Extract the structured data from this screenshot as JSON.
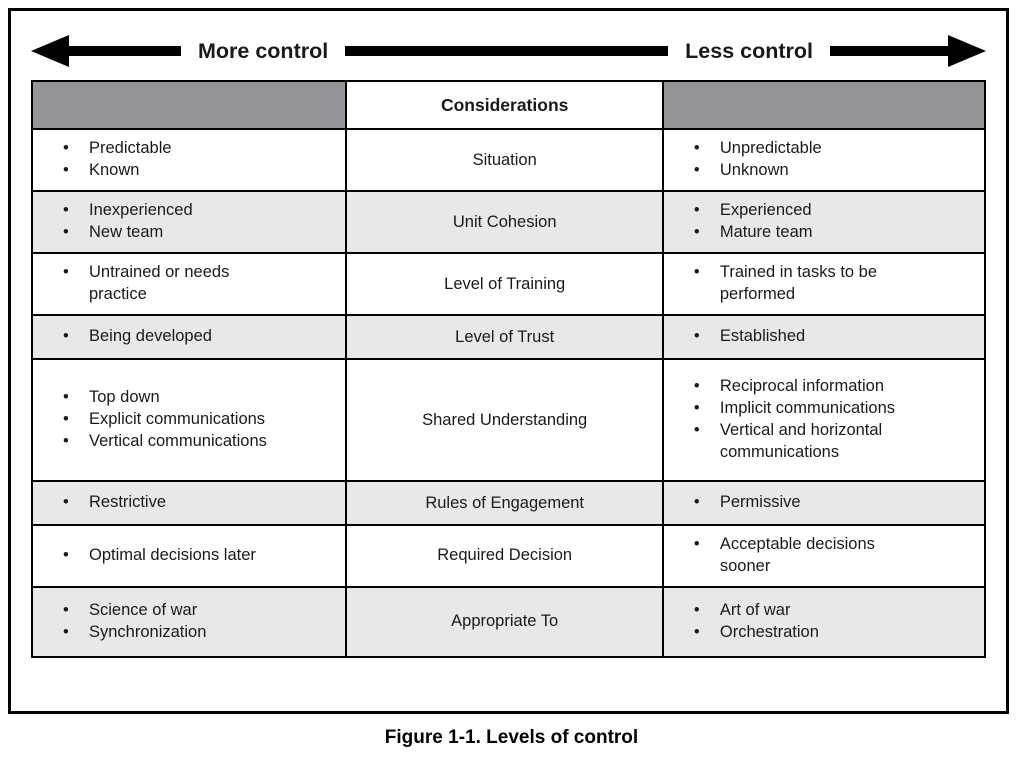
{
  "figure": {
    "bullet_char": "•",
    "header": {
      "left_label": "More control",
      "right_label": "Less control"
    },
    "table": {
      "considerations_header": "Considerations",
      "rows": [
        {
          "consideration": "Situation",
          "more": [
            "Predictable",
            "Known"
          ],
          "less": [
            "Unpredictable",
            "Unknown"
          ]
        },
        {
          "consideration": "Unit Cohesion",
          "more": [
            "Inexperienced",
            "New team"
          ],
          "less": [
            "Experienced",
            "Mature team"
          ]
        },
        {
          "consideration": "Level of Training",
          "more": [
            "Untrained or needs\npractice"
          ],
          "less": [
            "Trained in tasks to be\nperformed"
          ]
        },
        {
          "consideration": "Level of Trust",
          "more": [
            "Being developed"
          ],
          "less": [
            "Established"
          ]
        },
        {
          "consideration": "Shared Understanding",
          "more": [
            "Top down",
            "Explicit communications",
            "Vertical communications"
          ],
          "less": [
            "Reciprocal information",
            "Implicit communications",
            "Vertical and horizontal\ncommunications"
          ]
        },
        {
          "consideration": "Rules of Engagement",
          "more": [
            "Restrictive"
          ],
          "less": [
            "Permissive"
          ]
        },
        {
          "consideration": "Required Decision",
          "more": [
            "Optimal decisions later"
          ],
          "less": [
            "Acceptable decisions\nsooner"
          ]
        },
        {
          "consideration": "Appropriate To",
          "more": [
            "Science of war",
            "Synchronization"
          ],
          "less": [
            "Art of war",
            "Orchestration"
          ]
        }
      ]
    },
    "caption": "Figure 1-1. Levels of control",
    "colors": {
      "header_cell_gray": "#949598",
      "row_alt_gray": "#e8e8e8",
      "border": "#000000",
      "text": "#1a1a1a"
    }
  }
}
